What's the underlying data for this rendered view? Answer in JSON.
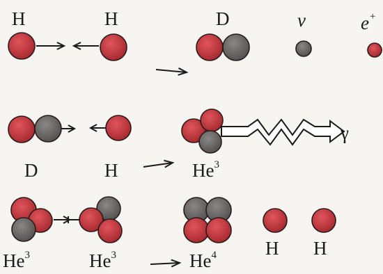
{
  "colors": {
    "proton": "#c8383f",
    "neutron": "#6f6d6c",
    "ink": "#1a1a1a",
    "background": "#f6f5f2"
  },
  "labels": {
    "h1": "H",
    "h2": "H",
    "d1": "D",
    "nu": "ν",
    "e_base": "e",
    "e_sup": "+",
    "d2": "D",
    "h3": "H",
    "he3_base": "He",
    "he3_sup": "3",
    "gamma": "γ",
    "he3a_base": "He",
    "he3a_sup": "3",
    "he3b_base": "He",
    "he3b_sup": "3",
    "he4_base": "He",
    "he4_sup": "4",
    "h4": "H",
    "h5": "H"
  }
}
